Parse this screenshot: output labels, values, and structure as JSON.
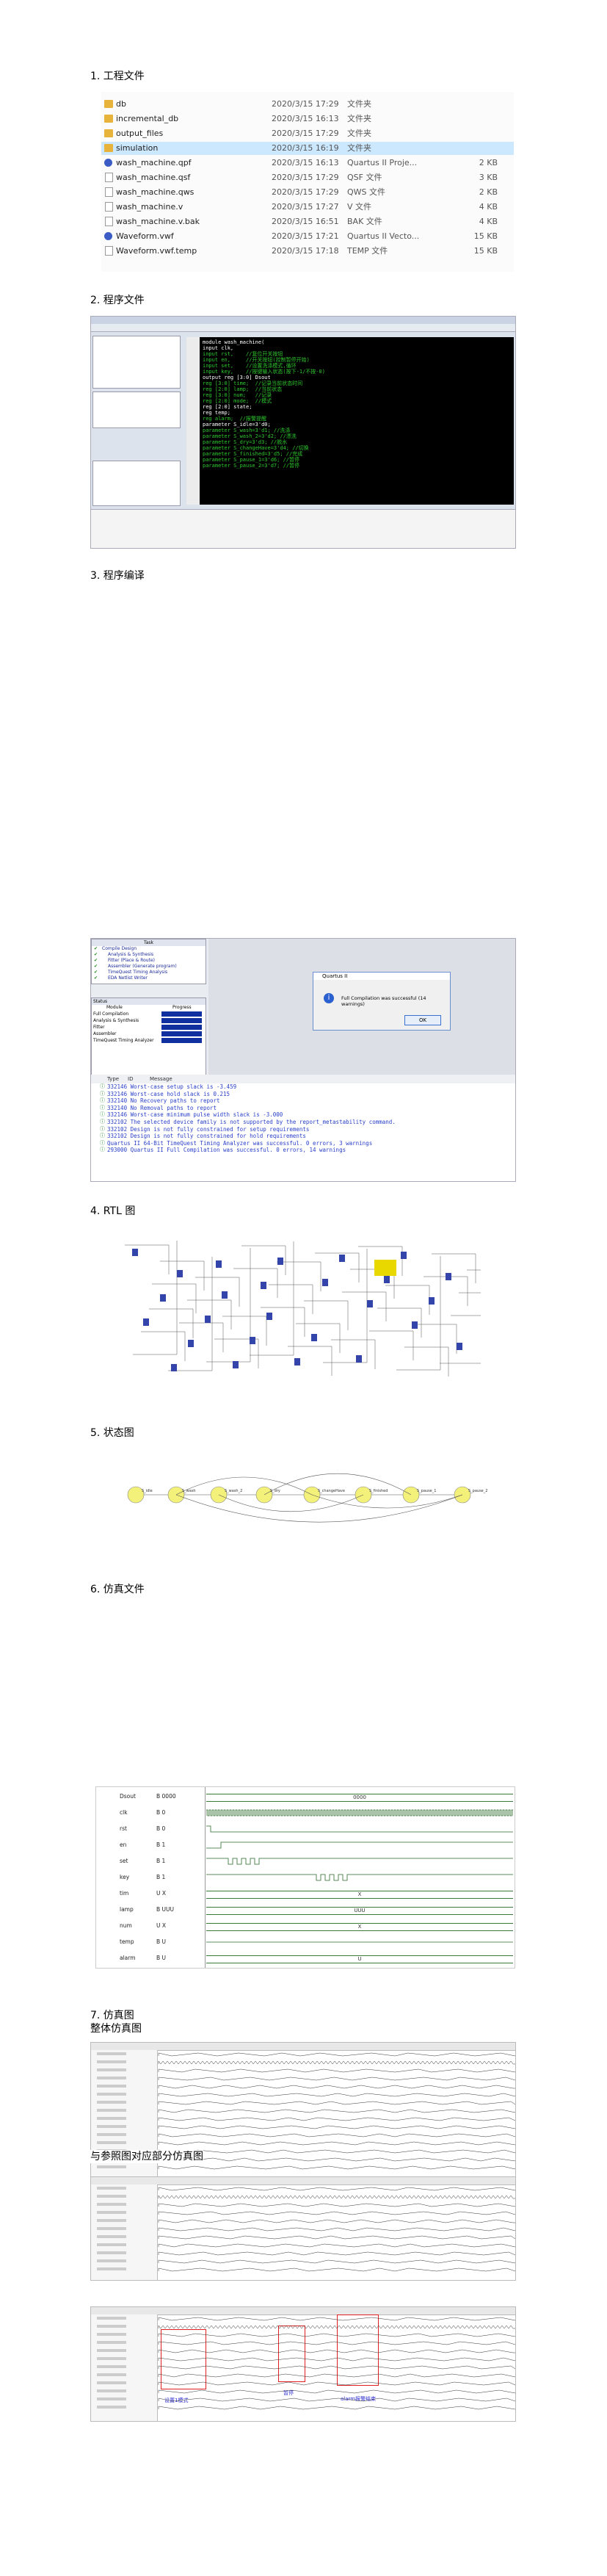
{
  "sections": {
    "s1": "1.  工程文件",
    "s2": "2.  程序文件",
    "s3": "3.  程序编译",
    "s4": "4. RTL 图",
    "s5": "5.  状态图",
    "s6": "6.  仿真文件",
    "s7": "7.  仿真图",
    "s7a": "整体仿真图",
    "s7b": "与参照图对应部分仿真图"
  },
  "files": [
    {
      "name": "db",
      "date": "2020/3/15 17:29",
      "type": "文件夹",
      "size": "",
      "icon": "folder-icon"
    },
    {
      "name": "incremental_db",
      "date": "2020/3/15 16:13",
      "type": "文件夹",
      "size": "",
      "icon": "folder-icon"
    },
    {
      "name": "output_files",
      "date": "2020/3/15 17:29",
      "type": "文件夹",
      "size": "",
      "icon": "folder-icon"
    },
    {
      "name": "simulation",
      "date": "2020/3/15 16:19",
      "type": "文件夹",
      "size": "",
      "icon": "folder-icon"
    },
    {
      "name": "wash_machine.qpf",
      "date": "2020/3/15 16:13",
      "type": "Quartus II Proje...",
      "size": "2 KB",
      "icon": "quartus-icon"
    },
    {
      "name": "wash_machine.qsf",
      "date": "2020/3/15 17:29",
      "type": "QSF 文件",
      "size": "3 KB",
      "icon": "file-icon"
    },
    {
      "name": "wash_machine.qws",
      "date": "2020/3/15 17:29",
      "type": "QWS 文件",
      "size": "2 KB",
      "icon": "file-icon"
    },
    {
      "name": "wash_machine.v",
      "date": "2020/3/15 17:27",
      "type": "V 文件",
      "size": "4 KB",
      "icon": "file-icon"
    },
    {
      "name": "wash_machine.v.bak",
      "date": "2020/3/15 16:51",
      "type": "BAK 文件",
      "size": "4 KB",
      "icon": "file-icon"
    },
    {
      "name": "Waveform.vwf",
      "date": "2020/3/15 17:21",
      "type": "Quartus II Vecto...",
      "size": "15 KB",
      "icon": "quartus-icon"
    },
    {
      "name": "Waveform.vwf.temp",
      "date": "2020/3/15 17:18",
      "type": "TEMP 文件",
      "size": "15 KB",
      "icon": "file-icon"
    }
  ],
  "code": [
    {
      "t": "module wash_machine(",
      "c": false
    },
    {
      "t": "input clk,",
      "c": false
    },
    {
      "t": "input rst,    //复位开关按钮",
      "c": true
    },
    {
      "t": "input en,     //开关按钮(控制暂停开始)",
      "c": true
    },
    {
      "t": "input set,    //设置洗涤模式,循环",
      "c": true
    },
    {
      "t": "input key,    //按键输入状态(按下-1/不按-0)",
      "c": true
    },
    {
      "t": "output reg [3:0] Dsout",
      "c": false
    },
    {
      "t": "",
      "c": false
    },
    {
      "t": "reg [3:0] time;  //记录当前状态时间",
      "c": true
    },
    {
      "t": "reg [2:0] lamp;  //当前状态",
      "c": true
    },
    {
      "t": "reg [3:0] num;   //记录",
      "c": true
    },
    {
      "t": "reg [2:0] mode;  //模式",
      "c": true
    },
    {
      "t": "reg [2:0] state;",
      "c": false
    },
    {
      "t": "reg temp;",
      "c": false
    },
    {
      "t": "reg alarm;  //报警提醒",
      "c": true
    },
    {
      "t": "",
      "c": false
    },
    {
      "t": "parameter S_idle=3'd0;",
      "c": false
    },
    {
      "t": "parameter S_wash=3'd1; //洗涤",
      "c": true
    },
    {
      "t": "parameter S_wash_2=3'd2; //漂洗",
      "c": true
    },
    {
      "t": "parameter S_dry=3'd3; //脱水",
      "c": true
    },
    {
      "t": "parameter S_changeHave=3'd4; //切换",
      "c": true
    },
    {
      "t": "parameter S_finished=3'd5; //完成",
      "c": true
    },
    {
      "t": "parameter S_pause_1=3'd6; //暂停",
      "c": true
    },
    {
      "t": "parameter S_pause_2=3'd7; //暂停",
      "c": true
    }
  ],
  "compile": {
    "task_title": "Task",
    "tasks": [
      "Compile Design",
      "Analysis & Synthesis",
      "Fitter (Place & Route)",
      "Assembler (Generate program)",
      "TimeQuest Timing Analysis",
      "EDA Netlist Writer"
    ],
    "status_title": "Status",
    "status_cols": [
      "Module",
      "Progress"
    ],
    "status_rows": [
      "Full Compilation",
      "Analysis & Synthesis",
      "Fitter",
      "Assembler",
      "TimeQuest Timing Analyzer"
    ],
    "dialog_title": "Quartus II",
    "dialog_text": "Full Compilation was successful (14 warnings)",
    "dialog_ok": "OK",
    "msg_cols": [
      "Type",
      "ID",
      "Message"
    ],
    "messages": [
      "332146 Worst-case setup slack is -3.459",
      "332146 Worst-case hold slack is 0.215",
      "332140 No Recovery paths to report",
      "332140 No Removal paths to report",
      "332146 Worst-case minimum pulse width slack is -3.000",
      "332102 The selected device family is not supported by the report_metastability command.",
      "332102 Design is not fully constrained for setup requirements",
      "332102 Design is not fully constrained for hold requirements",
      "       Quartus II 64-Bit TimeQuest Timing Analyzer was successful. 0 errors, 3 warnings",
      "293000 Quartus II Full Compilation was successful. 0 errors, 14 warnings"
    ]
  },
  "states": [
    "S_idle",
    "S_wash",
    "S_wash_2",
    "S_dry",
    "S_changeHave",
    "S_finished",
    "S_pause_1",
    "S_pause_2"
  ],
  "wave": {
    "rows": [
      {
        "name": "Dsout",
        "value": "B 0000",
        "bus": "0000"
      },
      {
        "name": "clk",
        "value": "B 0",
        "bus": ""
      },
      {
        "name": "rst",
        "value": "B 0",
        "bus": ""
      },
      {
        "name": "en",
        "value": "B 1",
        "bus": ""
      },
      {
        "name": "set",
        "value": "B 1",
        "bus": ""
      },
      {
        "name": "key",
        "value": "B 1",
        "bus": ""
      },
      {
        "name": "tim",
        "value": "U X",
        "bus": "X"
      },
      {
        "name": "lamp",
        "value": "B UUU",
        "bus": "UUU"
      },
      {
        "name": "num",
        "value": "U X",
        "bus": "X"
      },
      {
        "name": "temp",
        "value": "B U",
        "bus": ""
      },
      {
        "name": "alarm",
        "value": "B U",
        "bus": "U"
      }
    ]
  },
  "notes": [
    "设置1模式",
    "暂停",
    "alarm报警结束"
  ],
  "colors": {
    "accent": "#2a40c8",
    "code_bg": "#000000",
    "comment": "#2ec82e",
    "progress": "#1030a0",
    "red_box": "#e02020"
  }
}
